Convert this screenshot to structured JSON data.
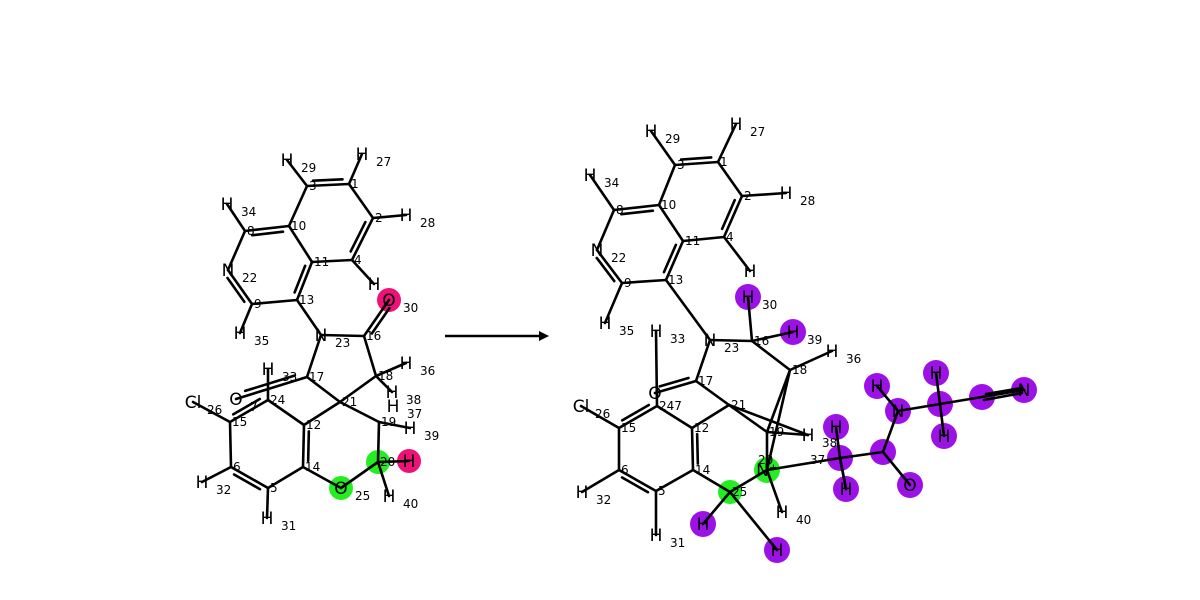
{
  "colors": {
    "green": "#22ee22",
    "magenta": "#ee1177",
    "purple": "#9b11e6",
    "bond": "#000000"
  },
  "reactant": {
    "atoms": [
      {
        "id": "r-H27",
        "el": "H",
        "num": "27"
      },
      {
        "id": "r-C1",
        "el": "",
        "num": "1"
      },
      {
        "id": "r-H29",
        "el": "H",
        "num": "29"
      },
      {
        "id": "r-C3",
        "el": "",
        "num": "3"
      },
      {
        "id": "r-C2",
        "el": "",
        "num": "2"
      },
      {
        "id": "r-H28",
        "el": "H",
        "num": "28"
      },
      {
        "id": "r-H34",
        "el": "H",
        "num": "34"
      },
      {
        "id": "r-C10",
        "el": "",
        "num": "10"
      },
      {
        "id": "r-C8",
        "el": "",
        "num": "8"
      },
      {
        "id": "r-C11",
        "el": "",
        "num": "11"
      },
      {
        "id": "r-C4",
        "el": "",
        "num": "4"
      },
      {
        "id": "r-N22",
        "el": "N",
        "num": "22"
      },
      {
        "id": "r-H",
        "el": "H",
        "num": ""
      },
      {
        "id": "r-C9",
        "el": "",
        "num": "9"
      },
      {
        "id": "r-C13",
        "el": "",
        "num": "13"
      },
      {
        "id": "r-O30",
        "el": "O",
        "num": "30"
      },
      {
        "id": "r-H35",
        "el": "H",
        "num": "35"
      },
      {
        "id": "r-N23",
        "el": "N",
        "num": "23"
      },
      {
        "id": "r-C16",
        "el": "",
        "num": "16"
      },
      {
        "id": "r-H33",
        "el": "H",
        "num": "33"
      },
      {
        "id": "r-H36",
        "el": "H",
        "num": "36"
      },
      {
        "id": "r-C18",
        "el": "",
        "num": "18"
      },
      {
        "id": "r-H38",
        "el": "H",
        "num": "38"
      },
      {
        "id": "r-C17",
        "el": "",
        "num": "17"
      },
      {
        "id": "r-O7",
        "el": "O",
        "num": "7"
      },
      {
        "id": "r-C21",
        "el": "",
        "num": "21"
      },
      {
        "id": "r-Cl26",
        "el": "Cl",
        "num": "26"
      },
      {
        "id": "r-C24",
        "el": "",
        "num": "24"
      },
      {
        "id": "r-C15",
        "el": "",
        "num": "15"
      },
      {
        "id": "r-C19",
        "el": "",
        "num": "19"
      },
      {
        "id": "r-H37",
        "el": "H",
        "num": "37"
      },
      {
        "id": "r-H39",
        "el": "H",
        "num": "39"
      },
      {
        "id": "r-C12",
        "el": "",
        "num": "12"
      },
      {
        "id": "r-C20",
        "el": "",
        "num": "20"
      },
      {
        "id": "r-H20",
        "el": "H",
        "num": ""
      },
      {
        "id": "r-C14",
        "el": "",
        "num": "14"
      },
      {
        "id": "r-C6",
        "el": "",
        "num": "6"
      },
      {
        "id": "r-H32",
        "el": "H",
        "num": "32"
      },
      {
        "id": "r-C5",
        "el": "",
        "num": "5"
      },
      {
        "id": "r-O25",
        "el": "O",
        "num": "25"
      },
      {
        "id": "r-H40",
        "el": "H",
        "num": "40"
      },
      {
        "id": "r-H31",
        "el": "H",
        "num": "31"
      }
    ]
  },
  "product": {
    "atoms": [
      {
        "id": "p-H27",
        "el": "H",
        "num": "27"
      },
      {
        "id": "p-H29",
        "el": "H",
        "num": "29"
      },
      {
        "id": "p-C1",
        "el": "",
        "num": "1"
      },
      {
        "id": "p-C3",
        "el": "",
        "num": "3"
      },
      {
        "id": "p-H34",
        "el": "H",
        "num": "34"
      },
      {
        "id": "p-C2",
        "el": "",
        "num": "2"
      },
      {
        "id": "p-H28",
        "el": "H",
        "num": "28"
      },
      {
        "id": "p-C10",
        "el": "",
        "num": "10"
      },
      {
        "id": "p-C8",
        "el": "",
        "num": "8"
      },
      {
        "id": "p-C11",
        "el": "",
        "num": "11"
      },
      {
        "id": "p-N22",
        "el": "N",
        "num": "22"
      },
      {
        "id": "p-C4",
        "el": "",
        "num": "4"
      },
      {
        "id": "p-H4",
        "el": "H",
        "num": ""
      },
      {
        "id": "p-C9",
        "el": "",
        "num": "9"
      },
      {
        "id": "p-C13",
        "el": "",
        "num": "13"
      },
      {
        "id": "p-H30",
        "el": "H",
        "num": "30"
      },
      {
        "id": "p-H35",
        "el": "H",
        "num": "35"
      },
      {
        "id": "p-H33",
        "el": "H",
        "num": "33"
      },
      {
        "id": "p-N23",
        "el": "N",
        "num": "23"
      },
      {
        "id": "p-C16",
        "el": "",
        "num": "16"
      },
      {
        "id": "p-H39",
        "el": "H",
        "num": "39"
      },
      {
        "id": "p-H36",
        "el": "H",
        "num": "36"
      },
      {
        "id": "p-O",
        "el": "O",
        "num": ""
      },
      {
        "id": "p-C18",
        "el": "",
        "num": "18"
      },
      {
        "id": "p-C17",
        "el": "",
        "num": "17"
      },
      {
        "id": "p-C21",
        "el": "",
        "num": "21"
      },
      {
        "id": "p-Cl26",
        "el": "Cl",
        "num": "26"
      },
      {
        "id": "p-C247",
        "el": "",
        "num": "247"
      },
      {
        "id": "p-C15",
        "el": "",
        "num": "15"
      },
      {
        "id": "p-C12",
        "el": "",
        "num": "12"
      },
      {
        "id": "p-C19",
        "el": "",
        "num": "19"
      },
      {
        "id": "p-H38",
        "el": "H",
        "num": "38"
      },
      {
        "id": "p-C20",
        "el": "",
        "num": "20"
      },
      {
        "id": "p-N20",
        "el": "N⁺",
        "num": ""
      },
      {
        "id": "p-H37",
        "el": "",
        "num": "37"
      },
      {
        "id": "p-C14",
        "el": "",
        "num": "14"
      },
      {
        "id": "p-C6",
        "el": "",
        "num": "6"
      },
      {
        "id": "p-C25",
        "el": "",
        "num": "25"
      },
      {
        "id": "p-H32",
        "el": "H",
        "num": "32"
      },
      {
        "id": "p-C5",
        "el": "",
        "num": "5"
      },
      {
        "id": "p-H40",
        "el": "H",
        "num": "40"
      },
      {
        "id": "p-H31",
        "el": "H",
        "num": "31"
      }
    ],
    "reagent_atoms": [
      "H",
      "N",
      "H",
      "H",
      "H",
      "H",
      "H",
      "H",
      "O",
      "N",
      "H",
      "H",
      "H"
    ]
  },
  "arrow": {
    "label": ""
  }
}
